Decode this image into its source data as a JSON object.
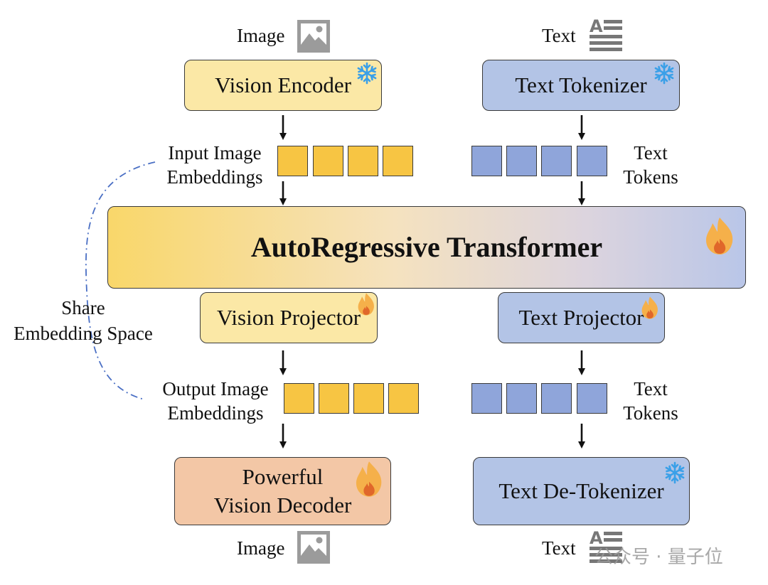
{
  "labels": {
    "image_top": "Image",
    "text_top": "Text",
    "input_image_embeddings": [
      "Input Image",
      "Embeddings"
    ],
    "text_tokens_top": [
      "Text",
      "Tokens"
    ],
    "share_embedding_space": [
      "Share",
      "Embedding Space"
    ],
    "output_image_embeddings": [
      "Output Image",
      "Embeddings"
    ],
    "text_tokens_bottom": [
      "Text",
      "Tokens"
    ],
    "image_bottom": "Image",
    "text_bottom": "Text"
  },
  "boxes": {
    "vision_encoder": "Vision Encoder",
    "text_tokenizer": "Text Tokenizer",
    "transformer": "AutoRegressive Transformer",
    "vision_projector": "Vision Projector",
    "text_projector": "Text Projector",
    "vision_decoder": [
      "Powerful",
      "Vision Decoder"
    ],
    "text_detokenizer": "Text De-Tokenizer"
  },
  "watermark": "公众号 · 量子位",
  "colors": {
    "vision_module": "#fbe8a6",
    "text_module": "#b3c4e6",
    "decoder": "#f3c7a6",
    "image_embedding_cell": "#f7c543",
    "text_token_cell": "#8fa5da",
    "frozen_icon": "#3aa0e8",
    "trainable_icon": "#f2a23a",
    "dashed_curve": "#4a6fc4"
  },
  "icons": {
    "frozen": "snowflake-icon",
    "trainable": "flame-icon",
    "image": "image-icon",
    "text": "text-document-icon"
  }
}
